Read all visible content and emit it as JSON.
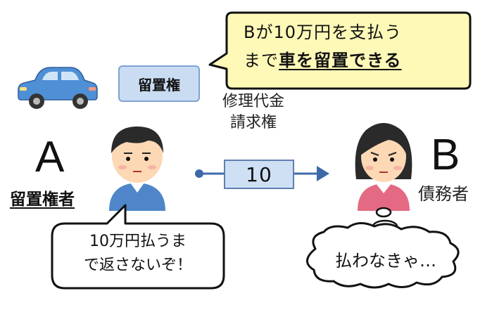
{
  "top_callout": {
    "line1": "Bが10万円を支払う",
    "line2_prefix": "まで",
    "line2_emph": "車を留置できる"
  },
  "lien_tag": "留置権",
  "claim_label": {
    "line1": "修理代金",
    "line2": "請求権"
  },
  "amount_box": "10",
  "party_a": {
    "letter": "A",
    "role": "留置権者"
  },
  "party_b": {
    "letter": "B",
    "role": "債務者"
  },
  "a_speech": {
    "line1": "10万円払うま",
    "line2": "で返さないぞ！"
  },
  "b_thought": "払わなきゃ…",
  "colors": {
    "callout_fill": "#fff9b8",
    "tag_fill": "#c9dcf2",
    "box_fill": "#cfe0f4",
    "arrow": "#4a78b8",
    "car": "#4f8fd6"
  }
}
